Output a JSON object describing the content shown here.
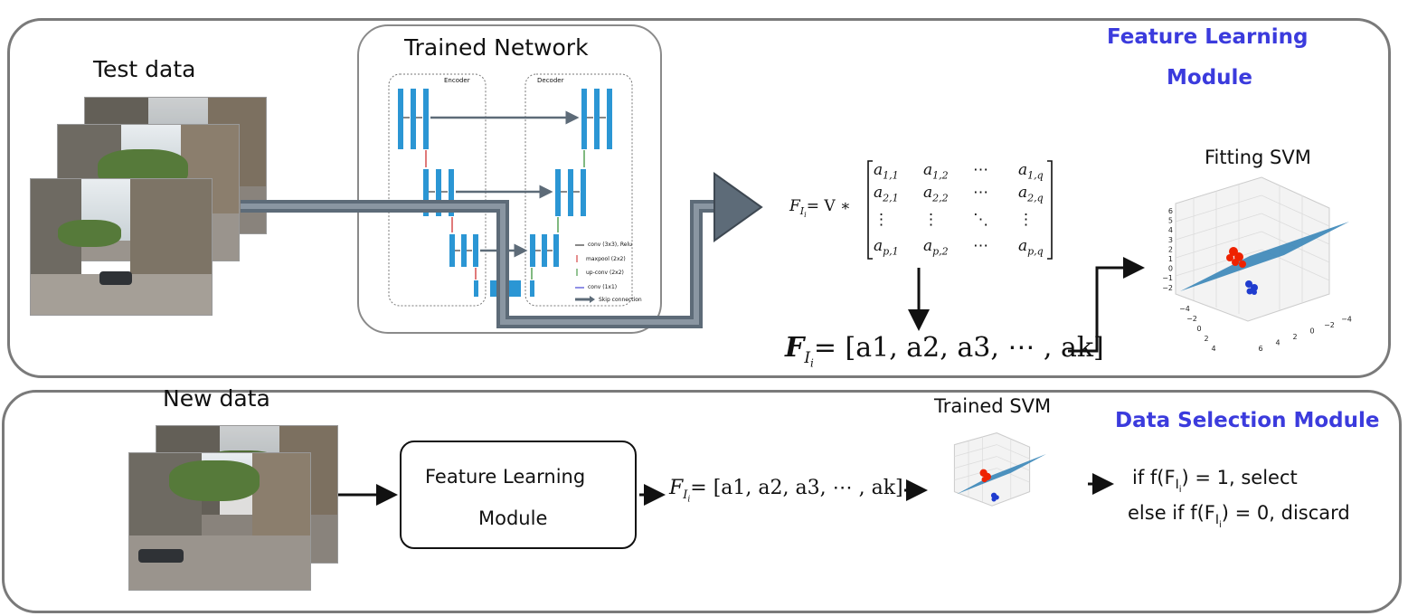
{
  "top_module": {
    "title_line1": "Feature Learning",
    "title_line2": "Module",
    "test_data_label": "Test data",
    "trained_network_label": "Trained Network",
    "encoder_label": "Encoder",
    "decoder_label": "Decoder",
    "legend": [
      "conv (3x3), Relu",
      "maxpool (2x2)",
      "up-conv (2x2)",
      "conv (1x1)",
      "Skip connection"
    ],
    "fitting_svm_label": "Fitting SVM"
  },
  "matrix": {
    "lhs": "F",
    "lhs_sub": "I",
    "lhs_subsub": "i",
    "eq": "= V ∗",
    "rows": [
      [
        "a1,1",
        "a1,2",
        "⋯",
        "a1,q"
      ],
      [
        "a2,1",
        "a2,2",
        "⋯",
        "a2,q"
      ],
      [
        "⋮",
        "⋮",
        "⋱",
        "⋮"
      ],
      [
        "ap,1",
        "ap,2",
        "⋯",
        "ap,q"
      ]
    ]
  },
  "feature_vector": "= [a1, a2, a3, ⋯ , ak]",
  "svm_plot": {
    "z_ticks": [
      "6",
      "5",
      "4",
      "3",
      "2",
      "1",
      "0",
      "−1",
      "−2"
    ],
    "x_ticks": [
      "−4",
      "−2",
      "0",
      "2",
      "4"
    ],
    "y_ticks": [
      "6",
      "4",
      "2",
      "0",
      "−2",
      "−4"
    ],
    "class_colors": {
      "positive": "#ee2200",
      "negative": "#1f3ccf",
      "plane": "#3a86b8"
    }
  },
  "bottom_module": {
    "title": "Data Selection Module",
    "new_data_label": "New data",
    "flm_box_line1": "Feature Learning",
    "flm_box_line2": "Module",
    "trained_svm_label": "Trained SVM",
    "rule_select": "if f(F",
    "rule_select_sub": "I",
    "rule_select_subsub": "i",
    "rule_select_tail": ") = 1, select",
    "rule_discard": "else if f(F",
    "rule_discard_sub": "I",
    "rule_discard_subsub": "i",
    "rule_discard_tail": ") = 0, discard"
  },
  "colors": {
    "panel_border": "#7a7a7a",
    "title_blue": "#3b3bdd",
    "unet_bar": "#2b96d4",
    "flow_arrow": "#5d6b78"
  }
}
